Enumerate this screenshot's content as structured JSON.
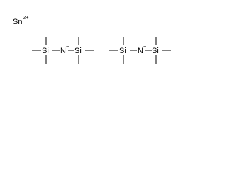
{
  "structure": {
    "cation": {
      "element": "Sn",
      "charge": "2+"
    },
    "anions": [
      {
        "nitrogen": {
          "element": "N",
          "charge": "−"
        },
        "silicon_left": {
          "element": "Si"
        },
        "silicon_right": {
          "element": "Si"
        }
      },
      {
        "nitrogen": {
          "element": "N",
          "charge": "−"
        },
        "silicon_left": {
          "element": "Si"
        },
        "silicon_right": {
          "element": "Si"
        }
      }
    ]
  }
}
